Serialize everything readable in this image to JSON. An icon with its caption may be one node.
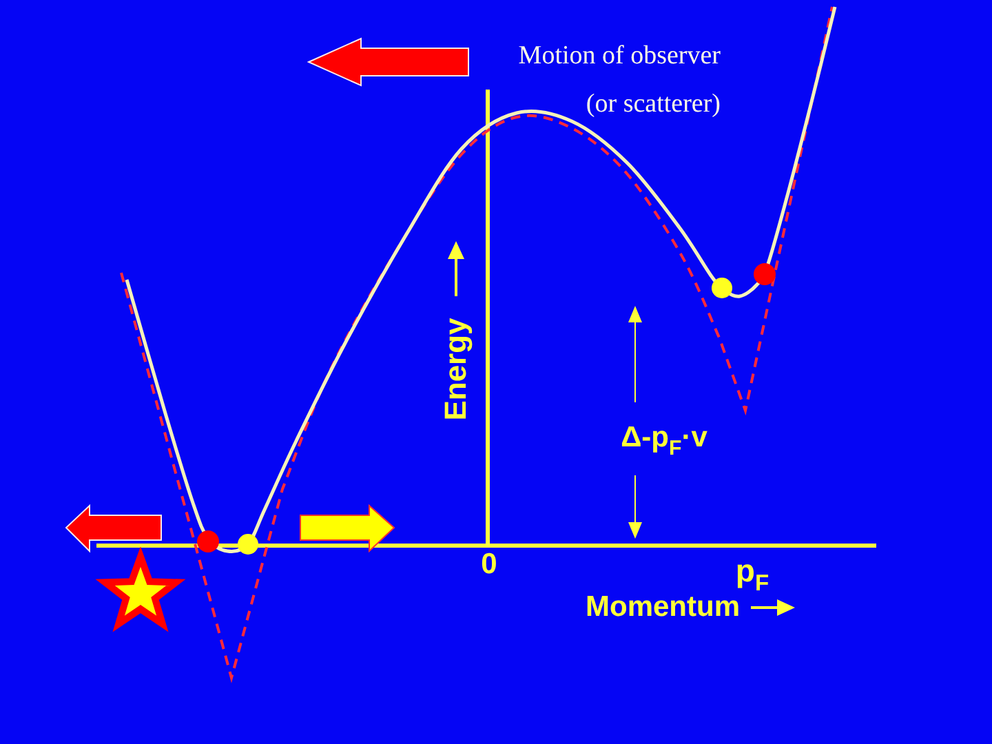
{
  "diagram": {
    "labels": [
      "Motion of observer (or scatterer)",
      "Energy",
      "Δ-p$_{F}$·v",
      "0",
      "p$_{F}$",
      "Momentum"
    ]
  }
}
